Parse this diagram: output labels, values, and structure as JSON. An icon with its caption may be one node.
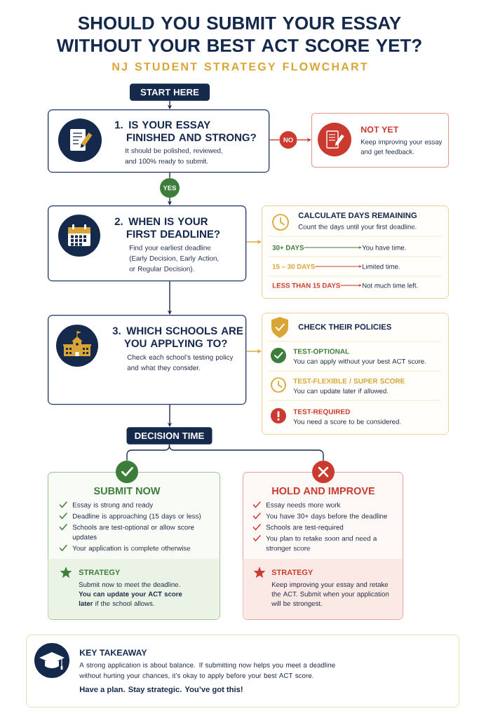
{
  "diagram": {
    "title": "SHOULD YOU SUBMIT YOUR ESSAY WITHOUT YOUR BEST ACT SCORE YET?",
    "nodes": [
      {
        "text": [
          "START HERE"
        ]
      },
      {
        "text": [
          "1. IS YOUR ESSAY FINISHED AND STRONG?",
          "It should be polished, reviewed, and 100% ready to submit."
        ]
      },
      {
        "text": [
          "NO"
        ]
      },
      {
        "text": [
          "NOT YET",
          "Keep improving your essay and get feedback."
        ]
      },
      {
        "text": [
          "YES"
        ]
      },
      {
        "text": [
          "2. WHEN IS YOUR FIRST DEADLINE?",
          "Find your earliest deadline (Early Decision, Early Action, or Regular Decision)."
        ]
      },
      {
        "text": [
          "CALCULATE DAYS REMAINING",
          "Count the days until your first deadline."
        ]
      },
      {
        "text": [
          "30+ DAYS"
        ],
        "in": 6
      },
      {
        "text": [
          "You have time."
        ],
        "in": 6
      },
      {
        "text": [
          "15 – 30 DAYS"
        ],
        "in": 6
      },
      {
        "text": [
          "Limited time."
        ],
        "in": 6
      },
      {
        "text": [
          "LESS THAN 15 DAYS"
        ],
        "in": 6
      },
      {
        "text": [
          "Not much time left."
        ],
        "in": 6
      },
      {
        "text": [
          "3. WHICH SCHOOLS ARE YOU APPLYING TO?",
          "Check each school’s testing policy and what they consider."
        ]
      },
      {
        "text": [
          "CHECK THEIR POLICIES"
        ]
      },
      {
        "text": [
          "TEST-OPTIONAL",
          "You can apply without your best ACT score."
        ],
        "in": 14
      },
      {
        "text": [
          "TEST-FLEXIBLE / SUPER SCORE",
          "You can update later if allowed."
        ],
        "in": 14
      },
      {
        "text": [
          "TEST-REQUIRED",
          "You need a score to be considered."
        ],
        "in": 14
      },
      {
        "text": [
          "DECISION TIME"
        ]
      },
      {
        "text": [],
        "shape": "circle"
      },
      {
        "text": [
          "SUBMIT NOW",
          "Essay is strong and ready",
          "Deadline is approaching (15 days or less)",
          "Schools are test-optional or allow score updates",
          "Your application is complete otherwise"
        ]
      },
      {
        "text": [
          "STRATEGY",
          "Submit now to meet the deadline. **You can update your ACT score later** if the school allows."
        ],
        "in": 20
      },
      {
        "text": [],
        "shape": "circle"
      },
      {
        "text": [
          "HOLD AND IMPROVE",
          "Essay needs more work",
          "You have 30+ days before the deadline",
          "Schools are test-required",
          "You plan to retake soon and need a stronger score"
        ]
      },
      {
        "text": [
          "STRATEGY",
          "Keep improving your essay and retake the ACT. Submit when your application will be strongest."
        ],
        "in": 23
      },
      {
        "text": [
          "KEY TAKEAWAY",
          "A strong application is about balance. If submitting now helps you meet a deadline without hurting your chances, it’s okay to apply before your best ACT score.",
          "Have a plan. Stay strategic. You’ve got this!"
        ]
      }
    ],
    "edges": [
      {
        "from": 0,
        "to": 1,
        "arrow": "to"
      },
      {
        "from": 1,
        "to": 2,
        "arrow": "none",
        "color": "#cb3a2e"
      },
      {
        "from": 2,
        "to": 3,
        "arrow": "to",
        "color": "#cb3a2e"
      },
      {
        "from": 1,
        "to": 4,
        "arrow": "none"
      },
      {
        "from": 4,
        "to": 5,
        "arrow": "to"
      },
      {
        "from": 5,
        "to": 6,
        "arrow": "to",
        "color": "#d9a534"
      },
      {
        "from": 7,
        "to": 8,
        "arrow": "to",
        "color": "#3c7d3b"
      },
      {
        "from": 9,
        "to": 10,
        "arrow": "to",
        "color": "#cb3a2e"
      },
      {
        "from": 11,
        "to": 12,
        "arrow": "to",
        "color": "#cb3a2e"
      },
      {
        "from": 5,
        "to": 13,
        "arrow": "to"
      },
      {
        "from": 13,
        "to": 14,
        "arrow": "to",
        "color": "#d9a534"
      },
      {
        "from": 13,
        "to": 18,
        "arrow": "to"
      },
      {
        "from": 18,
        "to": 19,
        "arrow": "none"
      },
      {
        "from": 18,
        "to": 22,
        "arrow": "none"
      }
    ],
    "labels": [
      "NJ STUDENT STRATEGY FLOWCHART"
    ]
  }
}
